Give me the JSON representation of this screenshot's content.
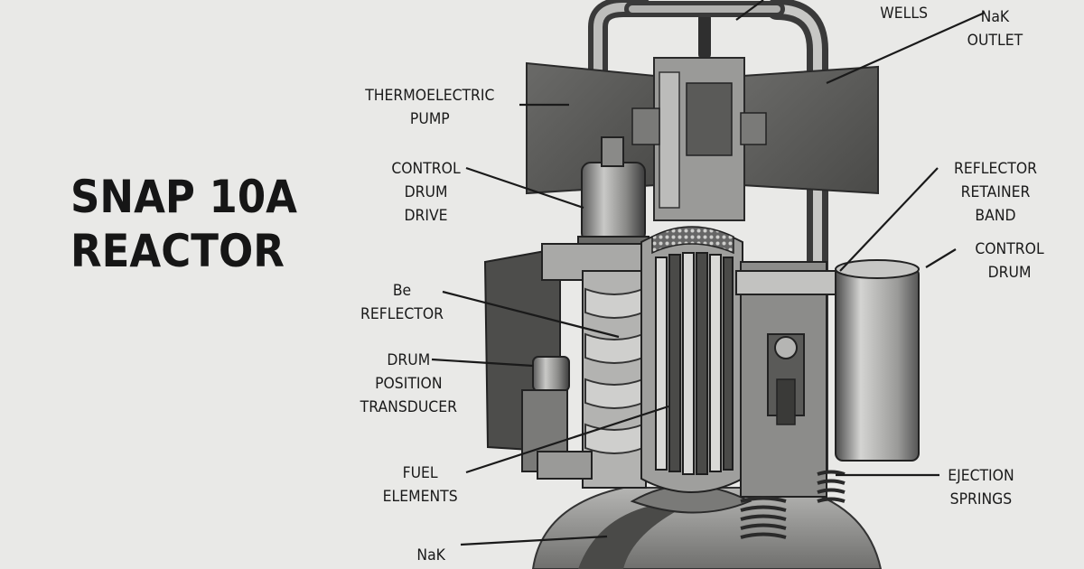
{
  "title": {
    "line1": "SNAP 10A",
    "line2": "REACTOR"
  },
  "labels": {
    "wells": "WELLS",
    "nak_outlet": [
      "NaK",
      "OUTLET"
    ],
    "thermoelectric_pump": [
      "THERMOELECTRIC",
      "PUMP"
    ],
    "control_drum_drive": [
      "CONTROL",
      "DRUM",
      "DRIVE"
    ],
    "reflector_retainer_band": [
      "REFLECTOR",
      "RETAINER",
      "BAND"
    ],
    "control_drum": [
      "CONTROL",
      "DRUM"
    ],
    "be_reflector": [
      "Be",
      "REFLECTOR"
    ],
    "drum_position_transducer": [
      "DRUM",
      "POSITION",
      "TRANSDUCER"
    ],
    "fuel_elements": [
      "FUEL",
      "ELEMENTS"
    ],
    "ejection_springs": [
      "EJECTION",
      "SPRINGS"
    ],
    "nak_bottom": "NaK"
  },
  "colors": {
    "background": "#e9e9e7",
    "ink": "#1a1a1a",
    "metal_dark": "#3a3a3a",
    "metal_mid": "#7d7d7d",
    "metal_light": "#b8b8b6"
  }
}
